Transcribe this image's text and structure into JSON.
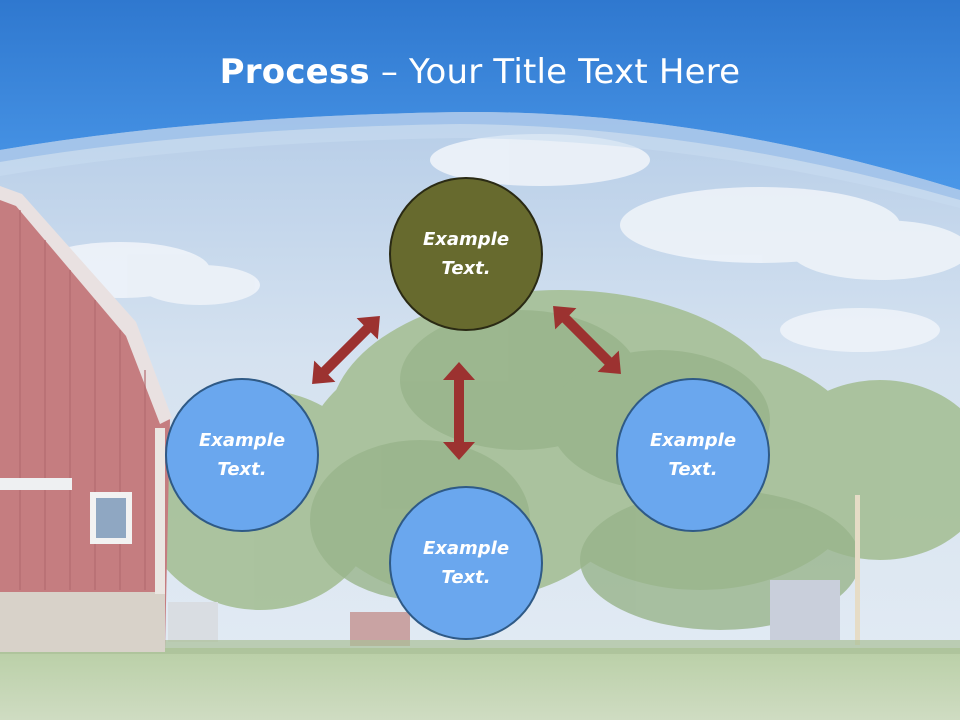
{
  "slide": {
    "title_bold": "Process",
    "title_dash": " – ",
    "title_rest": "Your Title Text Here"
  },
  "nodes": {
    "top": "Example\nText.",
    "left": "Example\nText.",
    "right": "Example\nText.",
    "bottom": "Example\nText."
  },
  "colors": {
    "header_blue": "#3a87dc",
    "center_node": "#676a2e",
    "outer_nodes": "#6aa7ee",
    "arrows": "#9c3230"
  },
  "icons": {
    "background": "farm-barn-trees-photo",
    "arrow": "double-headed-arrow"
  }
}
